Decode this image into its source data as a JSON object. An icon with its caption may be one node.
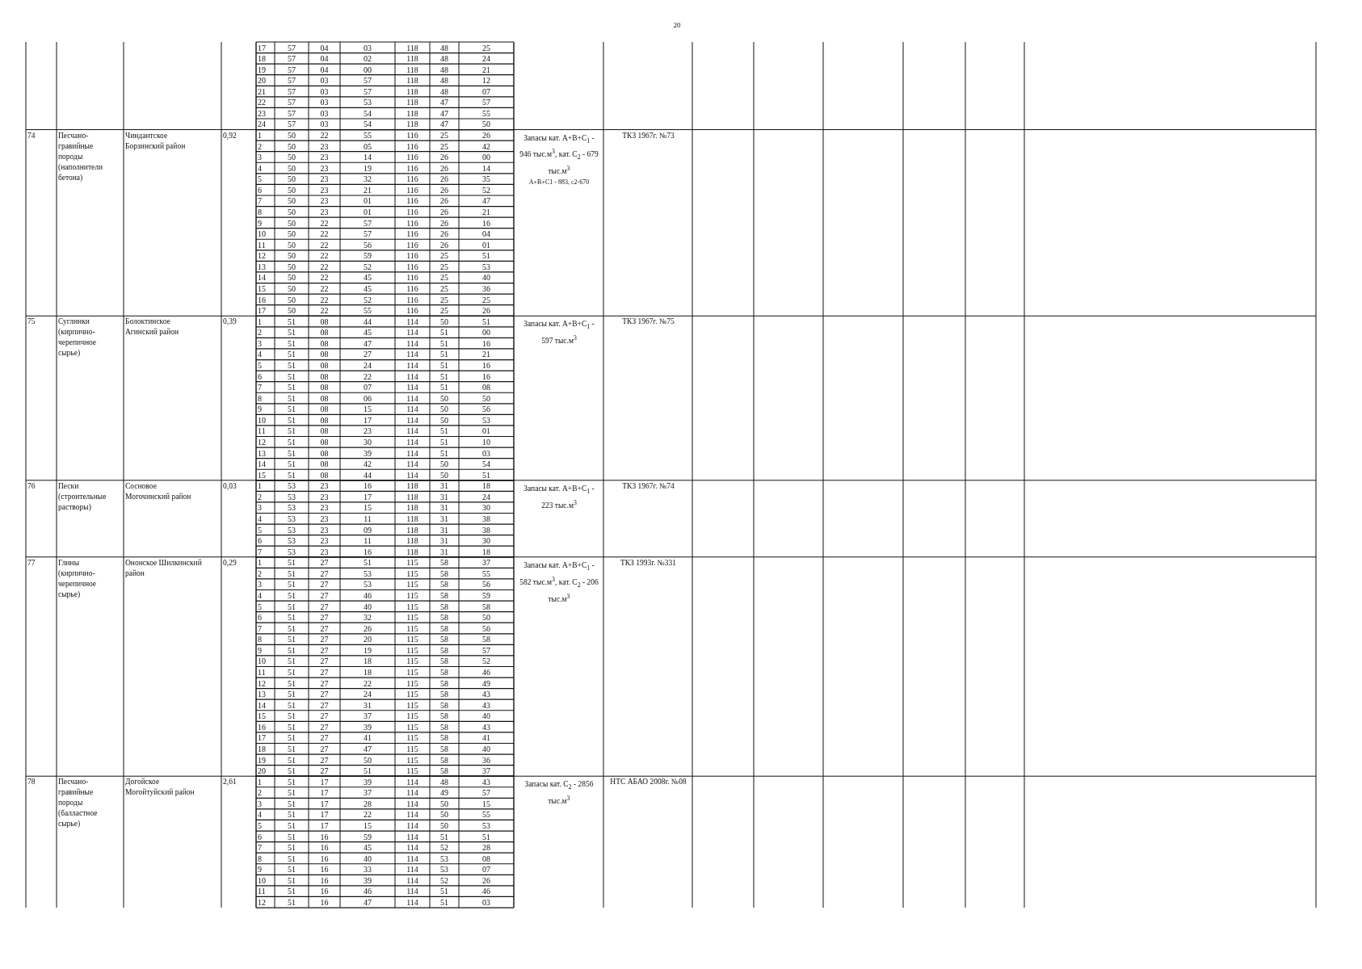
{
  "diagram": {
    "labels": [
      "20",
      "17",
      "57",
      "04",
      "03",
      "118",
      "48",
      "25",
      "18",
      "57",
      "04",
      "02",
      "118",
      "48",
      "24",
      "19",
      "57",
      "04",
      "00",
      "118",
      "48",
      "21",
      "20",
      "57",
      "03",
      "57",
      "118",
      "48",
      "12",
      "21",
      "57",
      "03",
      "57",
      "118",
      "48",
      "07",
      "22",
      "57",
      "03",
      "53",
      "118",
      "47",
      "57",
      "23",
      "57",
      "03",
      "54",
      "118",
      "47",
      "55",
      "24",
      "57",
      "03",
      "54",
      "118",
      "47",
      "50",
      "74",
      "Песчано-гравийные породы (наполнители бетона)",
      "Чиндантское Борзинский район",
      "0,92",
      "1",
      "50",
      "22",
      "55",
      "116",
      "25",
      "26",
      "2",
      "50",
      "23",
      "05",
      "116",
      "25",
      "42",
      "3",
      "50",
      "23",
      "14",
      "116",
      "26",
      "00",
      "4",
      "50",
      "23",
      "19",
      "116",
      "26",
      "14",
      "5",
      "50",
      "23",
      "32",
      "116",
      "26",
      "35",
      "6",
      "50",
      "23",
      "21",
      "116",
      "26",
      "52",
      "7",
      "50",
      "23",
      "01",
      "116",
      "26",
      "47",
      "8",
      "50",
      "23",
      "01",
      "116",
      "26",
      "21",
      "9",
      "50",
      "22",
      "57",
      "116",
      "26",
      "16",
      "10",
      "50",
      "22",
      "57",
      "116",
      "26",
      "04",
      "11",
      "50",
      "22",
      "56",
      "116",
      "26",
      "01",
      "12",
      "50",
      "22",
      "59",
      "116",
      "25",
      "51",
      "13",
      "50",
      "22",
      "52",
      "116",
      "25",
      "53",
      "14",
      "50",
      "22",
      "45",
      "116",
      "25",
      "40",
      "15",
      "50",
      "22",
      "45",
      "116",
      "25",
      "36",
      "16",
      "50",
      "22",
      "52",
      "116",
      "25",
      "25",
      "17",
      "50",
      "22",
      "55",
      "116",
      "25",
      "26",
      "Запасы кат. А+В+С$_{1}$ - 946 тыс.м$^{3}$, кат. С$_{2}$ - 679 тыс.м$^{3}$",
      "А+В+С1 - 883, с2-670",
      "ТКЗ 1967г. №73",
      "75",
      "Суглинки (кирпично-черепичное сырье)",
      "Болоктинское Агинский район",
      "0,39",
      "1",
      "51",
      "08",
      "44",
      "114",
      "50",
      "51",
      "2",
      "51",
      "08",
      "45",
      "114",
      "51",
      "00",
      "3",
      "51",
      "08",
      "47",
      "114",
      "51",
      "16",
      "4",
      "51",
      "08",
      "27",
      "114",
      "51",
      "21",
      "5",
      "51",
      "08",
      "24",
      "114",
      "51",
      "16",
      "6",
      "51",
      "08",
      "22",
      "114",
      "51",
      "16",
      "7",
      "51",
      "08",
      "07",
      "114",
      "51",
      "08",
      "8",
      "51",
      "08",
      "06",
      "114",
      "50",
      "50",
      "9",
      "51",
      "08",
      "15",
      "114",
      "50",
      "56",
      "10",
      "51",
      "08",
      "17",
      "114",
      "50",
      "53",
      "11",
      "51",
      "08",
      "23",
      "114",
      "51",
      "01",
      "12",
      "51",
      "08",
      "30",
      "114",
      "51",
      "10",
      "13",
      "51",
      "08",
      "39",
      "114",
      "51",
      "03",
      "14",
      "51",
      "08",
      "42",
      "114",
      "50",
      "54",
      "15",
      "51",
      "08",
      "44",
      "114",
      "50",
      "51",
      "Запасы кат. А+В+С$_{1}$ - 597 тыс.м$^{3}$",
      "ТКЗ 1967г. №75",
      "76",
      "Пески (строительные растворы)",
      "Сосновое Могочинский район",
      "0,03",
      "1",
      "53",
      "23",
      "16",
      "118",
      "31",
      "18",
      "2",
      "53",
      "23",
      "17",
      "118",
      "31",
      "24",
      "3",
      "53",
      "23",
      "15",
      "118",
      "31",
      "30",
      "4",
      "53",
      "23",
      "11",
      "118",
      "31",
      "38",
      "5",
      "53",
      "23",
      "09",
      "118",
      "31",
      "38",
      "6",
      "53",
      "23",
      "11",
      "118",
      "31",
      "30",
      "7",
      "53",
      "23",
      "16",
      "118",
      "31",
      "18",
      "Запасы кат. А+В+С$_{1}$ - 223 тыс.м$^{3}$",
      "ТКЗ 1967г. №74",
      "77",
      "Глины (кирпично-черепичное сырье)",
      "Ононское Шилкинский район",
      "0,29",
      "1",
      "51",
      "27",
      "51",
      "115",
      "58",
      "37",
      "2",
      "51",
      "27",
      "53",
      "115",
      "58",
      "55",
      "3",
      "51",
      "27",
      "53",
      "115",
      "58",
      "56",
      "4",
      "51",
      "27",
      "46",
      "115",
      "58",
      "59",
      "5",
      "51",
      "27",
      "40",
      "115",
      "58",
      "58",
      "6",
      "51",
      "27",
      "32",
      "115",
      "58",
      "50",
      "7",
      "51",
      "27",
      "26",
      "115",
      "58",
      "56",
      "8",
      "51",
      "27",
      "20",
      "115",
      "58",
      "58",
      "9",
      "51",
      "27",
      "19",
      "115",
      "58",
      "57",
      "10",
      "51",
      "27",
      "18",
      "115",
      "58",
      "52",
      "11",
      "51",
      "27",
      "18",
      "115",
      "58",
      "46",
      "12",
      "51",
      "27",
      "22",
      "115",
      "58",
      "49",
      "13",
      "51",
      "27",
      "24",
      "115",
      "58",
      "43",
      "14",
      "51",
      "27",
      "31",
      "115",
      "58",
      "43",
      "15",
      "51",
      "27",
      "37",
      "115",
      "58",
      "40",
      "16",
      "51",
      "27",
      "39",
      "115",
      "58",
      "43",
      "17",
      "51",
      "27",
      "41",
      "115",
      "58",
      "41",
      "18",
      "51",
      "27",
      "47",
      "115",
      "58",
      "40",
      "19",
      "51",
      "27",
      "50",
      "115",
      "58",
      "36",
      "20",
      "51",
      "27",
      "51",
      "115",
      "58",
      "37",
      "Запасы кат. А+В+С$_{1}$ - 582 тыс.м$^{3}$, кат. С$_{2}$ - 206 тыс.м$^{3}$",
      "ТКЗ 1993г. №331",
      "78",
      "Песчано-гравийные породы (балластное сырье)",
      "Догойское Могойтуйский район",
      "2,61",
      "1",
      "51",
      "17",
      "39",
      "114",
      "48",
      "43",
      "2",
      "51",
      "17",
      "37",
      "114",
      "49",
      "57",
      "3",
      "51",
      "17",
      "28",
      "114",
      "50",
      "15",
      "4",
      "51",
      "17",
      "22",
      "114",
      "50",
      "55",
      "5",
      "51",
      "17",
      "15",
      "114",
      "50",
      "53",
      "6",
      "51",
      "16",
      "59",
      "114",
      "51",
      "51",
      "7",
      "51",
      "16",
      "45",
      "114",
      "52",
      "28",
      "8",
      "51",
      "16",
      "40",
      "114",
      "53",
      "08",
      "9",
      "51",
      "16",
      "33",
      "114",
      "53",
      "07",
      "10",
      "51",
      "16",
      "39",
      "114",
      "52",
      "26",
      "11",
      "51",
      "16",
      "46",
      "114",
      "51",
      "46",
      "12",
      "51",
      "16",
      "47",
      "114",
      "51",
      "03",
      "Запасы кат. С$_{2}$ - 2856 тыс.м$^{3}$",
      "НТС АБАО 2008г. №08"
    ]
  }
}
